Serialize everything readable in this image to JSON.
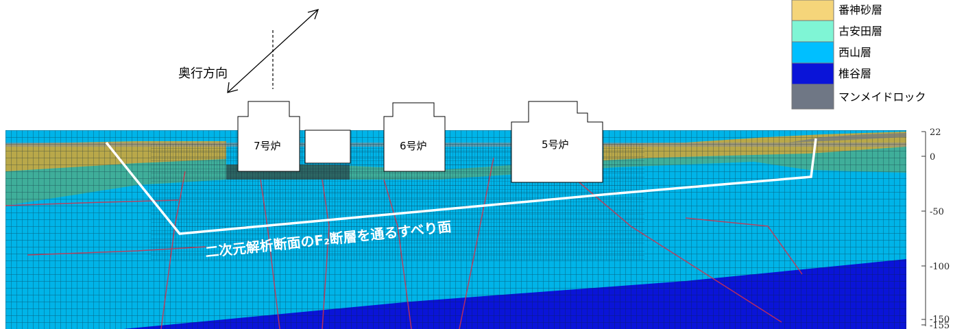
{
  "direction": {
    "label": "奥行方向"
  },
  "legend": {
    "items": [
      {
        "label": "番神砂層",
        "color": "#f5d57a"
      },
      {
        "label": "古安田層",
        "color": "#7ff5d5"
      },
      {
        "label": "西山層",
        "color": "#00bfff"
      },
      {
        "label": "椎谷層",
        "color": "#0a14d8"
      },
      {
        "label": "マンメイドロック",
        "color": "#6f7785"
      }
    ]
  },
  "reactors": [
    {
      "label": "7号炉"
    },
    {
      "label": "6号炉"
    },
    {
      "label": "5号炉"
    }
  ],
  "slip_surface": {
    "label": "二次元解析断面のF₂断層を通るすべり面",
    "color": "#ffffff"
  },
  "axis": {
    "ticks": [
      "22",
      "0",
      "-50",
      "-100",
      "-150",
      "-155"
    ]
  }
}
